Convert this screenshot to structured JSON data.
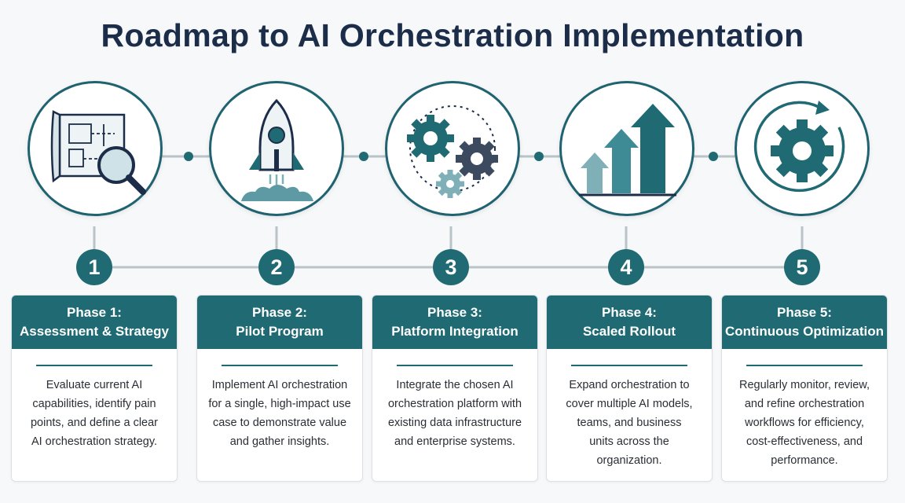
{
  "title": "Roadmap to AI Orchestration Implementation",
  "colors": {
    "teal": "#1f6a73",
    "navy": "#1c2d4a",
    "light_teal": "#7fb0b8",
    "line": "#b9c3c8"
  },
  "phases": [
    {
      "number": "1",
      "heading_line1": "Phase 1:",
      "heading_line2": "Assessment & Strategy",
      "description": "Evaluate current AI capabilities, identify pain points, and define a clear AI orchestration strategy.",
      "icon": "blueprint-magnifier-icon"
    },
    {
      "number": "2",
      "heading_line1": "Phase 2:",
      "heading_line2": "Pilot Program",
      "description": "Implement AI orchestration for a single, high-impact use case to demonstrate value and gather insights.",
      "icon": "rocket-icon"
    },
    {
      "number": "3",
      "heading_line1": "Phase 3:",
      "heading_line2": "Platform Integration",
      "description": "Integrate the chosen AI orchestration platform with existing data infrastructure and enterprise systems.",
      "icon": "gears-icon"
    },
    {
      "number": "4",
      "heading_line1": "Phase 4:",
      "heading_line2": "Scaled Rollout",
      "description": "Expand orchestration to cover multiple AI models, teams, and business units across the organization.",
      "icon": "growth-arrows-icon"
    },
    {
      "number": "5",
      "heading_line1": "Phase 5:",
      "heading_line2": "Continuous Optimization",
      "description": "Regularly monitor, review, and refine orchestration workflows for efficiency, cost-effectiveness, and performance.",
      "icon": "gear-cycle-icon"
    }
  ]
}
